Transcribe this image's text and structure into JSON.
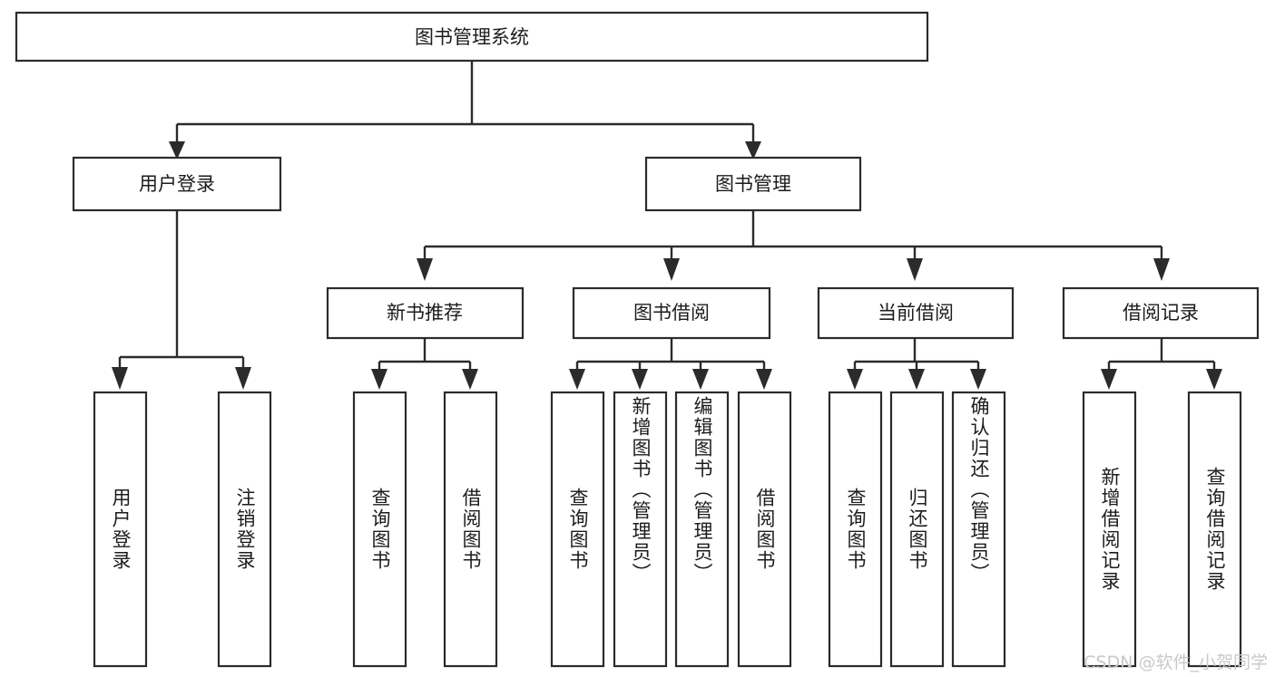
{
  "diagram": {
    "title": "图书管理系统",
    "type": "tree",
    "orientation": "top-down",
    "colors": {
      "stroke": "#2b2b2b",
      "fill": "#ffffff",
      "text": "#1c1c1c",
      "watermark": "#c9c9c9"
    },
    "root": {
      "label": "图书管理系统"
    },
    "level2": [
      {
        "label": "用户登录"
      },
      {
        "label": "图书管理"
      }
    ],
    "level3": [
      {
        "label": "新书推荐"
      },
      {
        "label": "图书借阅"
      },
      {
        "label": "当前借阅"
      },
      {
        "label": "借阅记录"
      }
    ],
    "leaves": {
      "user_login": [
        {
          "label": "用户登录"
        },
        {
          "label": "注销登录"
        }
      ],
      "new_book_recommend": [
        {
          "label": "查询图书"
        },
        {
          "label": "借阅图书"
        }
      ],
      "book_borrow": [
        {
          "label": "查询图书"
        },
        {
          "label": "新增图书（管理员）"
        },
        {
          "label": "编辑图书（管理员）"
        },
        {
          "label": "借阅图书"
        }
      ],
      "current_borrow": [
        {
          "label": "查询图书"
        },
        {
          "label": "归还图书"
        },
        {
          "label": "确认归还（管理员）"
        }
      ],
      "borrow_records": [
        {
          "label": "新增借阅记录"
        },
        {
          "label": "查询借阅记录"
        }
      ]
    }
  },
  "watermark": {
    "text": "CSDN @软件_小贺同学"
  }
}
